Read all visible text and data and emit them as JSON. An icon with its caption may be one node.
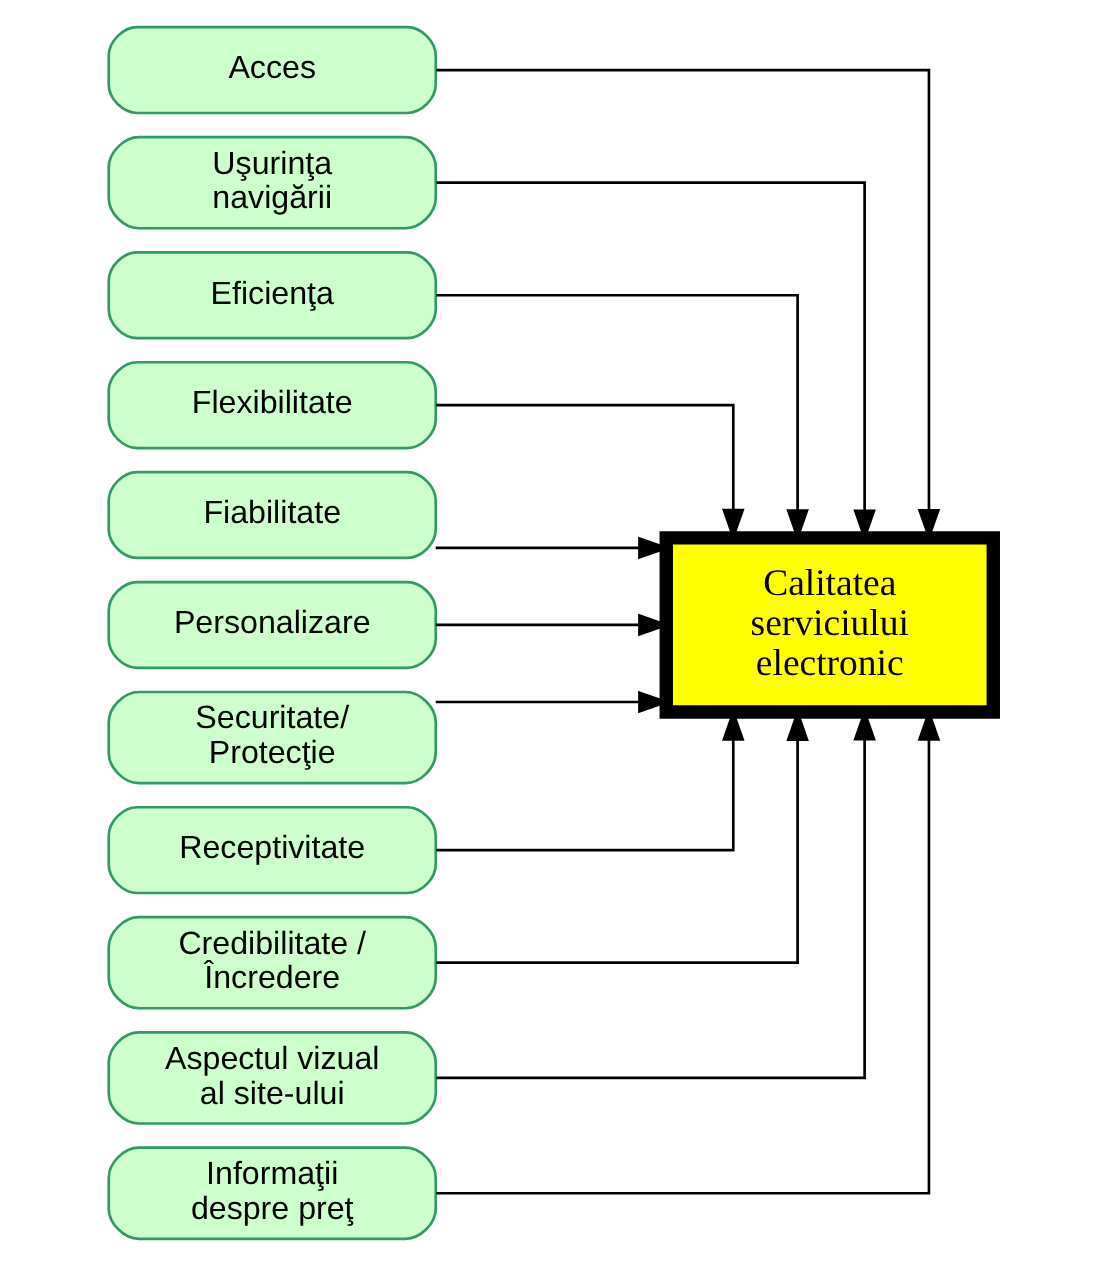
{
  "diagram": {
    "nodes": [
      {
        "text": [
          "Acces"
        ]
      },
      {
        "text": [
          "Uşurinţa navigării"
        ]
      },
      {
        "text": [
          "Eficienţa"
        ]
      },
      {
        "text": [
          "Flexibilitate"
        ]
      },
      {
        "text": [
          "Fiabilitate"
        ]
      },
      {
        "text": [
          "Personalizare"
        ]
      },
      {
        "text": [
          "Securitate/ Protecţie"
        ]
      },
      {
        "text": [
          "Receptivitate"
        ]
      },
      {
        "text": [
          "Credibilitate / Încredere"
        ]
      },
      {
        "text": [
          "Aspectul vizual al site-ului"
        ]
      },
      {
        "text": [
          "Informaţii despre preţ"
        ]
      },
      {
        "text": [
          "Calitatea serviciului electronic"
        ]
      }
    ],
    "edges": [
      {
        "from": 0,
        "to": 11,
        "arrow": "to"
      },
      {
        "from": 1,
        "to": 11,
        "arrow": "to"
      },
      {
        "from": 2,
        "to": 11,
        "arrow": "to"
      },
      {
        "from": 3,
        "to": 11,
        "arrow": "to"
      },
      {
        "from": 4,
        "to": 11,
        "arrow": "to"
      },
      {
        "from": 5,
        "to": 11,
        "arrow": "to"
      },
      {
        "from": 6,
        "to": 11,
        "arrow": "to"
      },
      {
        "from": 7,
        "to": 11,
        "arrow": "to"
      },
      {
        "from": 8,
        "to": 11,
        "arrow": "to"
      },
      {
        "from": 9,
        "to": 11,
        "arrow": "to"
      },
      {
        "from": 10,
        "to": 11,
        "arrow": "to"
      }
    ]
  }
}
